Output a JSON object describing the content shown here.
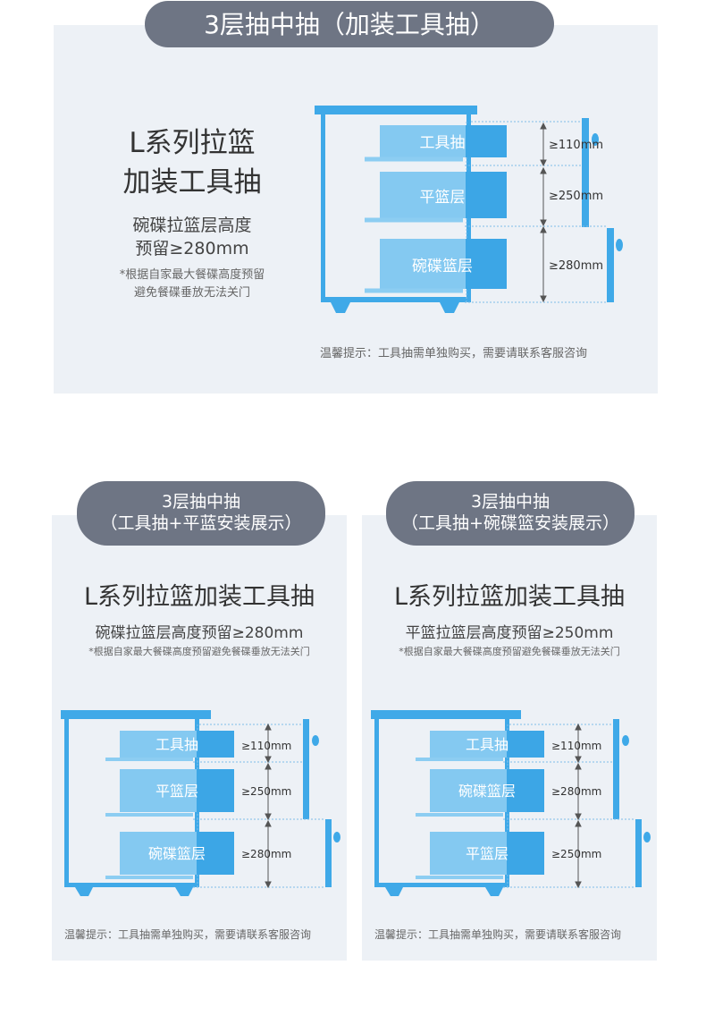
{
  "top": {
    "pill_text": "3层抽中抽（加装工具抽）",
    "title_line1": "L系列拉篮",
    "title_line2": "加装工具抽",
    "desc_line1": "碗碟拉篮层高度",
    "desc_line2": "预留≥280mm",
    "note_line1": "*根据自家最大餐碟高度预留",
    "note_line2": "避免餐碟垂放无法关门",
    "tip": "温馨提示：工具抽需单独购买，需要请联系客服咨询",
    "drawers": [
      {
        "label": "工具抽",
        "measure": "≥110mm"
      },
      {
        "label": "平篮层",
        "measure": "≥250mm"
      },
      {
        "label": "碗碟篮层",
        "measure": "≥280mm"
      }
    ]
  },
  "left": {
    "pill_line1": "3层抽中抽",
    "pill_line2": "（工具抽+平蓝安装展示）",
    "title": "L系列拉篮加装工具抽",
    "desc": "碗碟拉篮层高度预留≥280mm",
    "note": "*根据自家最大餐碟高度预留避免餐碟垂放无法关门",
    "tip": "温馨提示：工具抽需单独购买，需要请联系客服咨询",
    "drawers": [
      {
        "label": "工具抽",
        "measure": "≥110mm"
      },
      {
        "label": "平篮层",
        "measure": "≥250mm"
      },
      {
        "label": "碗碟篮层",
        "measure": "≥280mm"
      }
    ]
  },
  "right": {
    "pill_line1": "3层抽中抽",
    "pill_line2": "（工具抽+碗碟篮安装展示）",
    "title": "L系列拉篮加装工具抽",
    "desc": "平篮拉篮层高度预留≥250mm",
    "note": "*根据自家最大餐碟高度预留避免餐碟垂放无法关门",
    "tip": "温馨提示：工具抽需单独购买，需要请联系客服咨询",
    "drawers": [
      {
        "label": "工具抽",
        "measure": "≥110mm"
      },
      {
        "label": "碗碟篮层",
        "measure": "≥280mm"
      },
      {
        "label": "平篮层",
        "measure": "≥250mm"
      }
    ]
  },
  "colors": {
    "panel_bg": "#edf1f6",
    "pill_bg": "#6e7584",
    "cabinet_blue": "#3fa9e8",
    "drawer_light": "#8ccdf2",
    "drawer_dark": "#3ca6e6",
    "dotted_line": "#7fbde8"
  }
}
